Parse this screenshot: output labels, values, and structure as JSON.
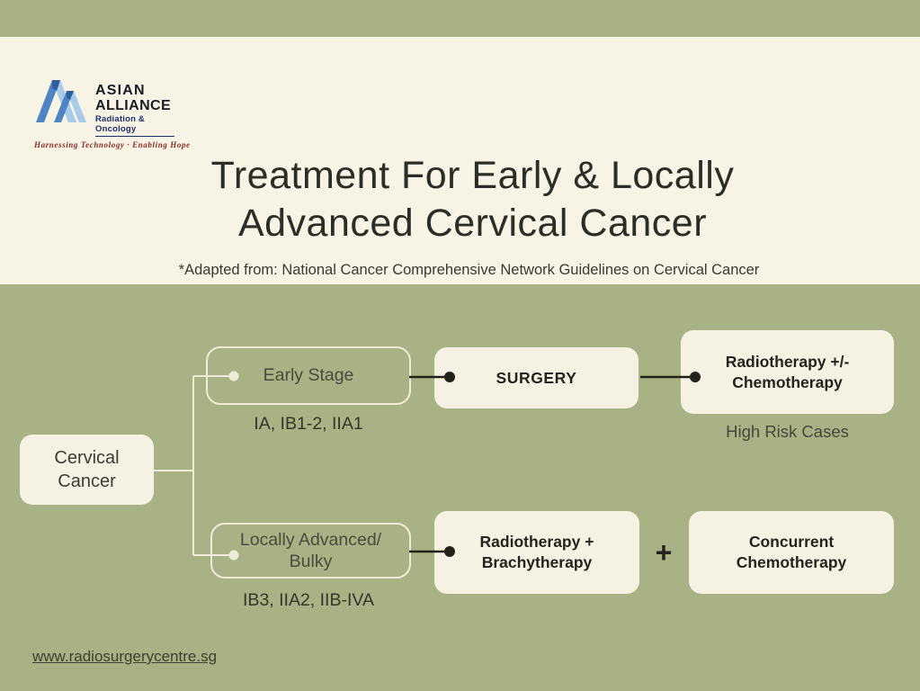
{
  "header": {
    "logo": {
      "name_line1": "ASIAN",
      "name_line2": "ALLIANCE",
      "division": "Radiation & Oncology",
      "tagline": "Harnessing Technology  ·  Enabling Hope"
    },
    "title_line1": "Treatment For Early & Locally",
    "title_line2": "Advanced Cervical Cancer",
    "source_note": "*Adapted from: National Cancer Comprehensive Network Guidelines on Cervical Cancer"
  },
  "flowchart": {
    "root": {
      "label_line1": "Cervical",
      "label_line2": "Cancer"
    },
    "early_branch": {
      "stage_label": "Early Stage",
      "stage_codes": "IA, IB1-2, IIA1",
      "treatment1": "SURGERY",
      "treatment2_line1": "Radiotherapy +/-",
      "treatment2_line2": "Chemotherapy",
      "treatment2_note": "High Risk Cases"
    },
    "advanced_branch": {
      "stage_line1": "Locally Advanced/",
      "stage_line2": "Bulky",
      "stage_codes": "IB3, IIA2, IIB-IVA",
      "treatment1_line1": "Radiotherapy +",
      "treatment1_line2": "Brachytherapy",
      "plus_sign": "+",
      "treatment2_line1": "Concurrent",
      "treatment2_line2": "Chemotherapy"
    }
  },
  "footer": {
    "website": "www.radiosurgerycentre.sg"
  },
  "colors": {
    "background_green": "#a9b284",
    "background_cream": "#f7f3e5",
    "box_fill": "#f6f2e3",
    "box_outline": "#efecd9",
    "dark_line": "#23231c",
    "title_text": "#2d2d27",
    "logo_blue_dark": "#4d84c4",
    "logo_blue_light": "#a9cbe8",
    "logo_fold_blue": "#2f5e9e",
    "logo_navy": "#1c2f6e",
    "logo_red": "#8e2a22"
  }
}
